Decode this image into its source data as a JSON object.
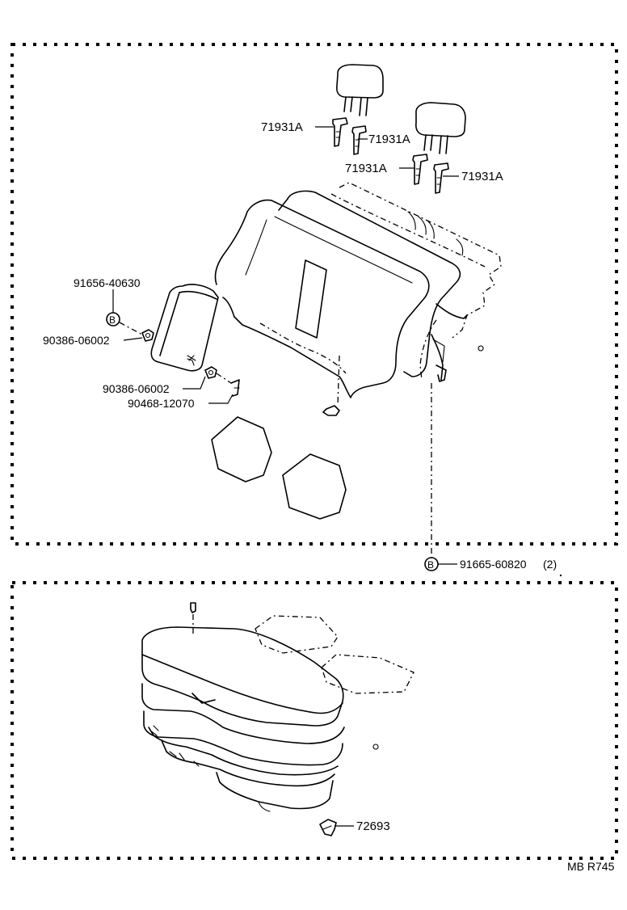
{
  "upper_panel": {
    "parts": {
      "headrest_support_a": "71931A",
      "headrest_support_b": "71931A",
      "headrest_support_c": "71931A",
      "headrest_support_d": "71931A",
      "ref_91656": "91656-40630",
      "ref_90386_top": "90386-06002",
      "ref_90386_bottom": "90386-06002",
      "ref_90468": "90468-12070"
    },
    "callout_letter_left": "B"
  },
  "below_panel_callout": {
    "letter": "B",
    "part": "91665-60820",
    "quantity": "(2)"
  },
  "lower_panel": {
    "parts": {
      "ref_72693": "72693"
    }
  },
  "drawing_code": "MB R745"
}
